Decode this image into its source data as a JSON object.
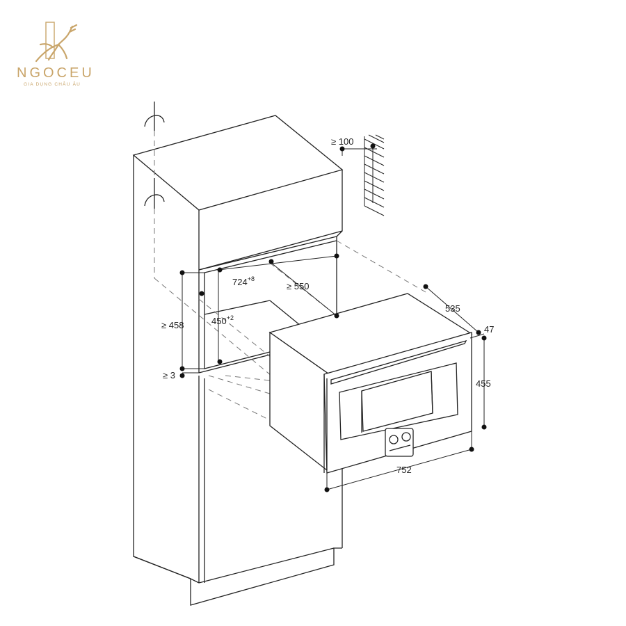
{
  "brand": {
    "name": "NGOCEU",
    "tagline": "GIA DỤNG CHÂU ÂU",
    "color": "#c9a56a",
    "icon": "deer-logo-icon"
  },
  "dimensions": {
    "clearance_top": "≥ 100",
    "niche_width": "724",
    "niche_width_tol": "+8",
    "niche_depth": "≥ 550",
    "niche_height": "≥ 458",
    "niche_inner_height": "450",
    "niche_inner_height_tol": "+2",
    "bottom_gap": "≥ 3",
    "appliance_depth": "535",
    "front_thickness": "47",
    "appliance_height": "455",
    "appliance_width": "752"
  },
  "colors": {
    "line": "#222222",
    "dash": "#777777",
    "fill": "#ffffff"
  }
}
